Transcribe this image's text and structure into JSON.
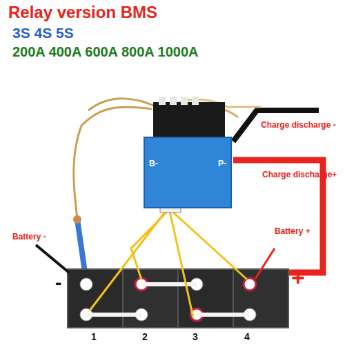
{
  "diagram": {
    "title": "Relay version BMS",
    "nodes": [
      {
        "text": [
          "B-",
          "P-"
        ]
      }
    ],
    "labels": [
      "3S 4S 5S",
      "200A 400A 600A 800A 1000A",
      "Charge discharge -",
      "Charge discharge+",
      "Battery -",
      "Battery +",
      "1",
      "2",
      "3",
      "4",
      "-",
      "+"
    ]
  }
}
